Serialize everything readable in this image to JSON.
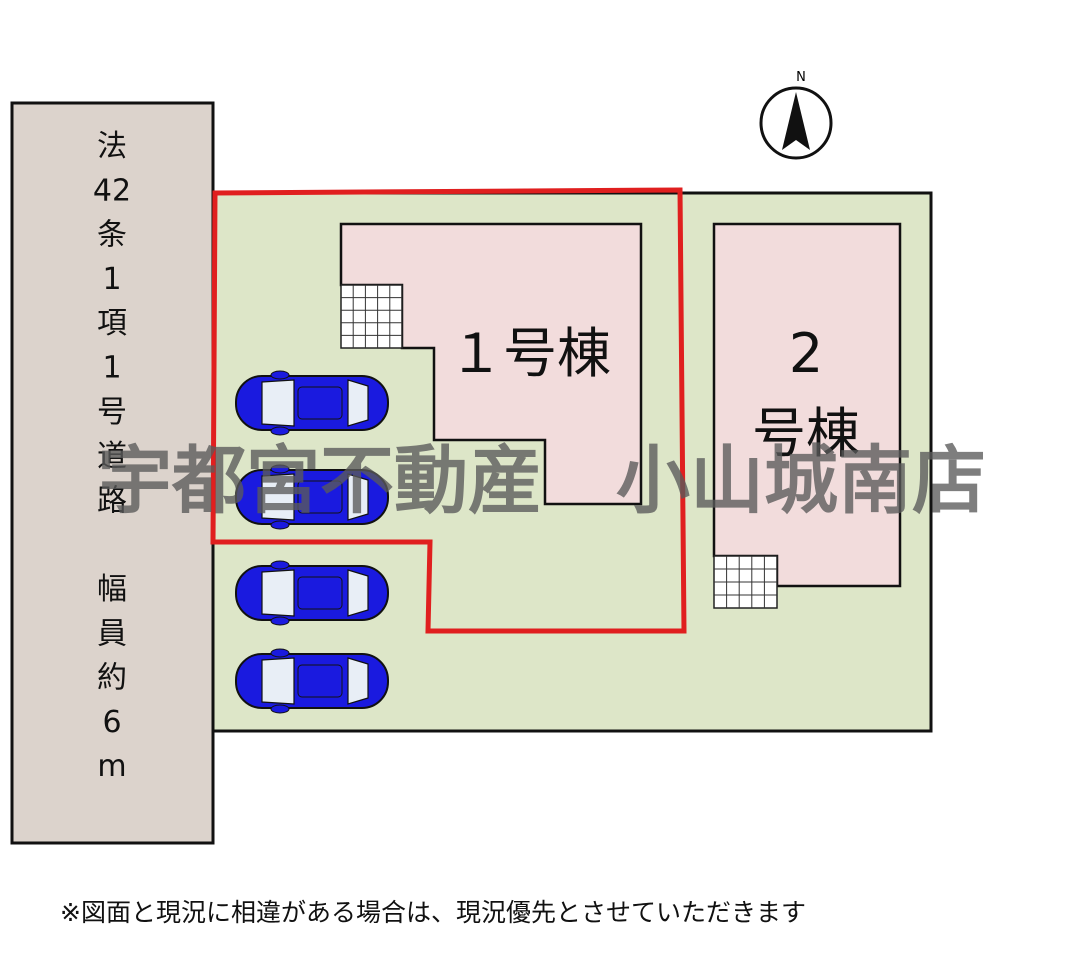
{
  "road": {
    "label_chars": [
      "法",
      "42",
      "条",
      "1",
      "項",
      "1",
      "号",
      "道",
      "路",
      "",
      "幅",
      "員",
      "約",
      "6",
      "m"
    ]
  },
  "buildings": [
    {
      "name": "building-1",
      "label_lines": [
        "１号棟"
      ]
    },
    {
      "name": "building-2",
      "label_lines": [
        "2",
        "号棟"
      ]
    }
  ],
  "compass": {
    "label": "N"
  },
  "parking": {
    "car_count": 4,
    "car_color": "#1a1adf"
  },
  "watermark": "宇都宮不動産　小山城南店",
  "note": "※図面と現況に相違がある場合は、現況優先とさせていただきます",
  "colors": {
    "road": "#dcd3cc",
    "lot": "#dde6c8",
    "building": "#f2dcdc",
    "boundary": "#e01f1f"
  }
}
